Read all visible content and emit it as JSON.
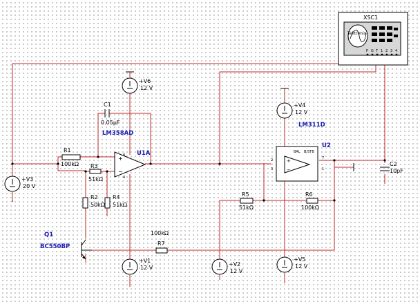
{
  "colors": {
    "wire": "#c62828",
    "component": "#000000",
    "refdes": "#1a1ab0",
    "grid": "#9a9a9a"
  },
  "scope": {
    "refdes": "XSC1",
    "brand": "Tektronix",
    "terminal_labels": [
      "P",
      "G",
      "T",
      "1",
      "2",
      "3",
      "4"
    ]
  },
  "opamp": {
    "refdes": "U1A",
    "model": "LM358AD"
  },
  "comparator": {
    "refdes": "U2",
    "model": "LM311D",
    "pin_labels": [
      "BAL",
      "B/STB"
    ]
  },
  "transistor": {
    "refdes": "Q1",
    "model": "BC550BP"
  },
  "resistors": [
    {
      "refdes": "R1",
      "value": "100kΩ"
    },
    {
      "refdes": "R2",
      "value": "50kΩ"
    },
    {
      "refdes": "R3",
      "value": "51kΩ"
    },
    {
      "refdes": "R4",
      "value": "51kΩ"
    },
    {
      "refdes": "R5",
      "value": "51kΩ"
    },
    {
      "refdes": "R6",
      "value": "100kΩ"
    },
    {
      "refdes": "R7",
      "value": "100kΩ"
    }
  ],
  "capacitors": [
    {
      "refdes": "C1",
      "value": "0.05µF"
    },
    {
      "refdes": "C2",
      "value": "10pF"
    }
  ],
  "sources": [
    {
      "refdes": "+V6",
      "value": "12 V"
    },
    {
      "refdes": "+V4",
      "value": "12 V"
    },
    {
      "refdes": "+V3",
      "value": "20 V"
    },
    {
      "refdes": "+V1",
      "value": "12 V"
    },
    {
      "refdes": "+V2",
      "value": "12 V"
    },
    {
      "refdes": "+V5",
      "value": "12 V"
    }
  ]
}
